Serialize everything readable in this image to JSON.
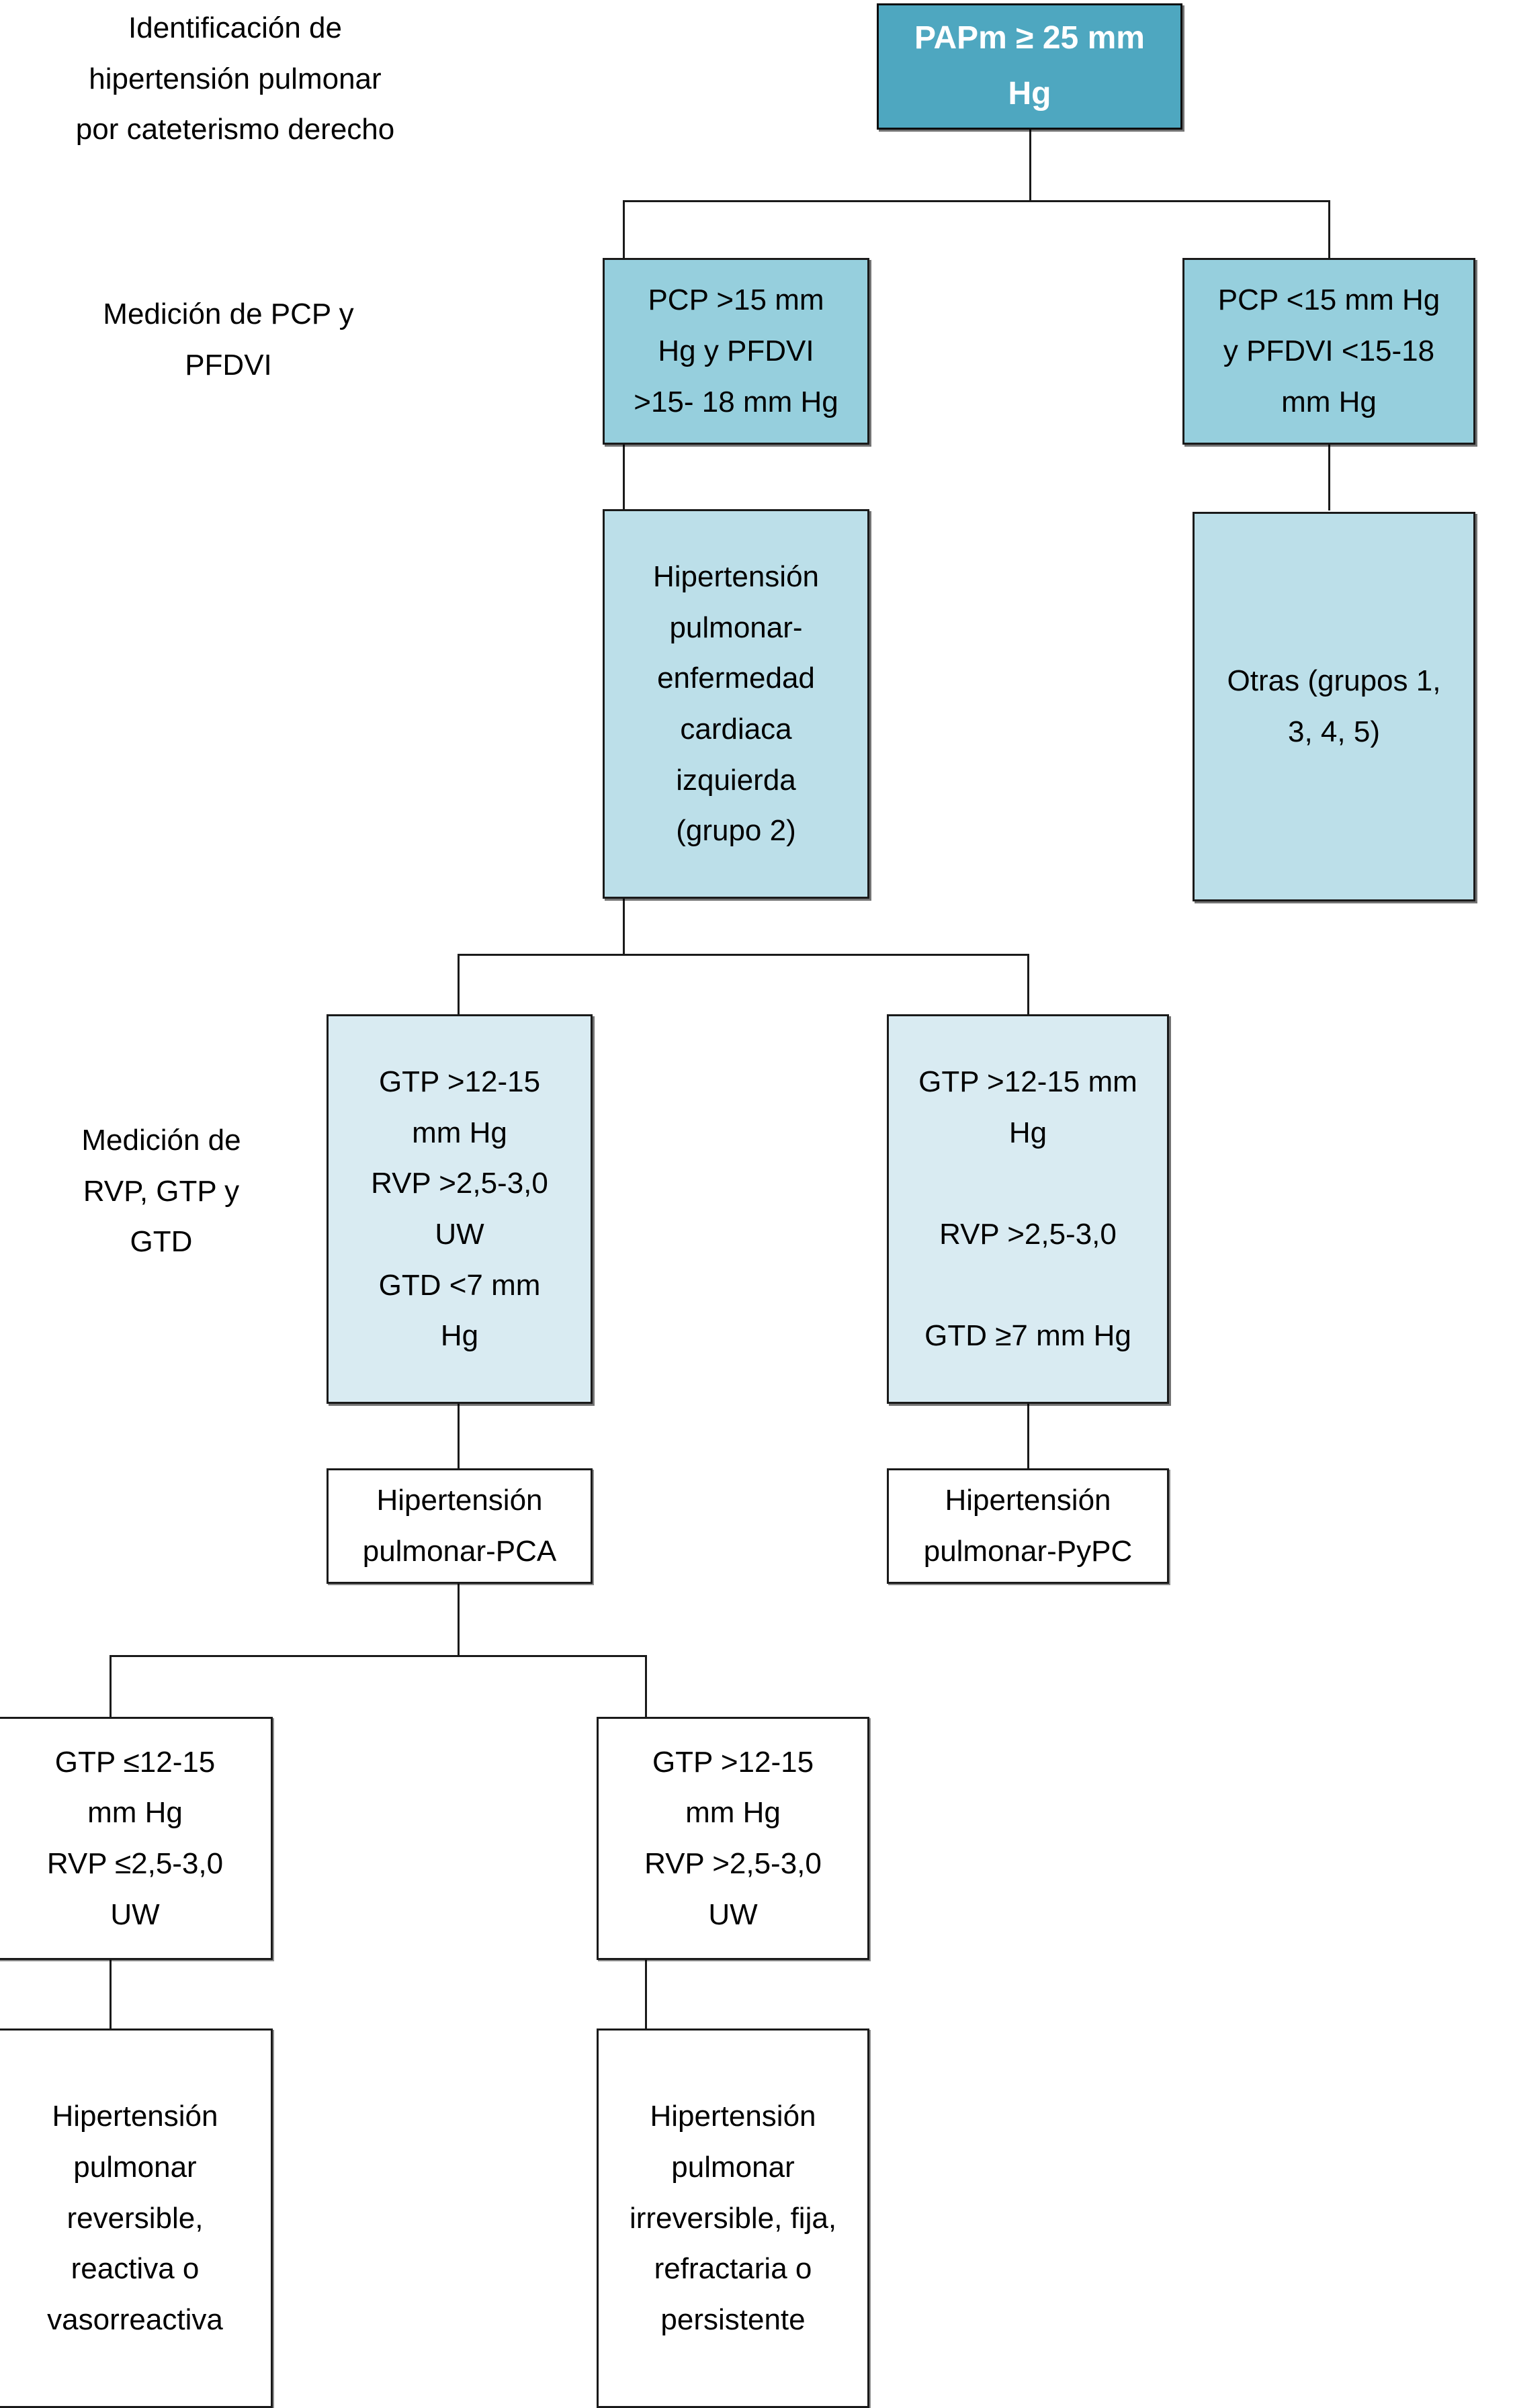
{
  "diagram": {
    "title": "Identificación de hipertensión pulmonar por cateterismo derecho",
    "colors": {
      "teal": "#4EA7C0",
      "blue": "#96CFDD",
      "light_blue": "#BCDFE9",
      "palest_blue": "#D9EBF2",
      "white": "#FFFFFF",
      "stroke": "#1A1A1A"
    },
    "captions": [
      {
        "id": "caption-identificacion",
        "text": "Identificación de\nhipertensión pulmonar\npor cateterismo derecho"
      },
      {
        "id": "caption-medicion-pcp",
        "text": "Medición de PCP y\nPFDVI"
      },
      {
        "id": "caption-medicion-rvp",
        "text": "Medición de\nRVP, GTP y\nGTD"
      }
    ],
    "nodes": {
      "root": {
        "id": "node-papm",
        "text": "PAPm ≥ 25 mm\nHg",
        "fill": "teal"
      },
      "pcp_high": {
        "id": "node-pcp-mayor-15",
        "text": "PCP >15 mm\nHg y PFDVI\n>15- 18 mm Hg",
        "fill": "blue"
      },
      "pcp_low": {
        "id": "node-pcp-menor-15",
        "text": "PCP <15 mm Hg\ny PFDVI <15-18\nmm Hg",
        "fill": "blue"
      },
      "hp_cardiaca": {
        "id": "node-hp-enfermedad-cardiaca-izquierda",
        "text": "Hipertensión\npulmonar-\nenfermedad\ncardiaca\nizquierda\n(grupo 2)",
        "fill": "light_blue"
      },
      "otras": {
        "id": "node-otras-grupos",
        "text": "Otras (grupos 1,\n3, 4, 5)",
        "fill": "light_blue"
      },
      "gtp_left": {
        "id": "node-gtp-gtd-menor-7",
        "text": "GTP >12-15\nmm Hg\nRVP >2,5-3,0\nUW\nGTD <7 mm\nHg",
        "fill": "palest_blue"
      },
      "gtp_right": {
        "id": "node-gtp-gtd-mayor-igual-7",
        "text": "GTP >12-15 mm\nHg\n\nRVP >2,5-3,0\n\nGTD ≥7 mm Hg",
        "fill": "palest_blue"
      },
      "hp_pca": {
        "id": "node-hp-pca",
        "text": "Hipertensión\npulmonar-PCA",
        "fill": "white"
      },
      "hp_pypc": {
        "id": "node-hp-pypc",
        "text": "Hipertensión\npulmonar-PyPC",
        "fill": "white"
      },
      "gtp_le": {
        "id": "node-gtp-menor-igual-12-15",
        "text": "GTP ≤12-15\nmm Hg\nRVP ≤2,5-3,0\nUW",
        "fill": "white"
      },
      "gtp_gt": {
        "id": "node-gtp-mayor-12-15",
        "text": "GTP >12-15\nmm Hg\nRVP >2,5-3,0\nUW",
        "fill": "white"
      },
      "hp_reversible": {
        "id": "node-hp-reversible",
        "text": "Hipertensión\npulmonar\nreversible,\nreactiva o\nvasorreactiva",
        "fill": "white"
      },
      "hp_irreversible": {
        "id": "node-hp-irreversible",
        "text": "Hipertensión\npulmonar\nirreversible, fija,\nrefractaria o\npersistente",
        "fill": "white"
      }
    }
  }
}
